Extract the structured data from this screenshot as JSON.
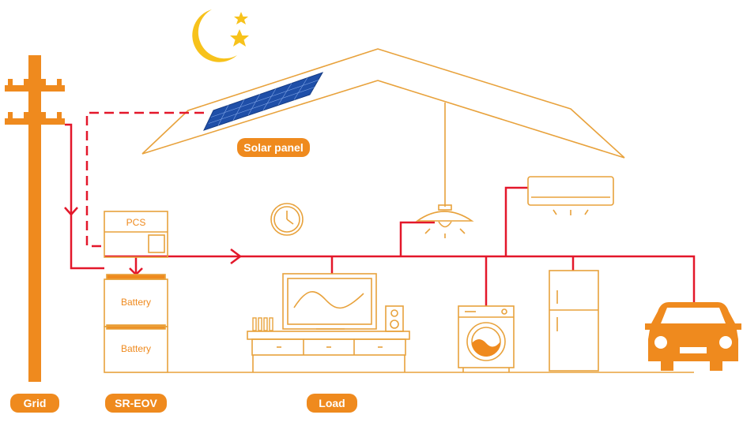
{
  "labels": {
    "solar_panel": "Solar panel",
    "grid": "Grid",
    "sr_eov": "SR-EOV",
    "load": "Load",
    "pcs": "PCS",
    "battery_top": "Battery",
    "battery_bottom": "Battery"
  },
  "colors": {
    "line_orange": "#e8a23c",
    "fill_orange": "#ef8a1e",
    "flow_red": "#e3172a",
    "moon_yellow": "#f7c21b",
    "panel_blue": "#1f4fa8"
  },
  "icons": [
    "moon-icon",
    "star-icon",
    "clock-icon",
    "lamp-icon",
    "air-conditioner-icon",
    "tv-icon",
    "speaker-icon",
    "washing-machine-icon",
    "fridge-icon",
    "car-icon",
    "utility-pole-icon"
  ]
}
